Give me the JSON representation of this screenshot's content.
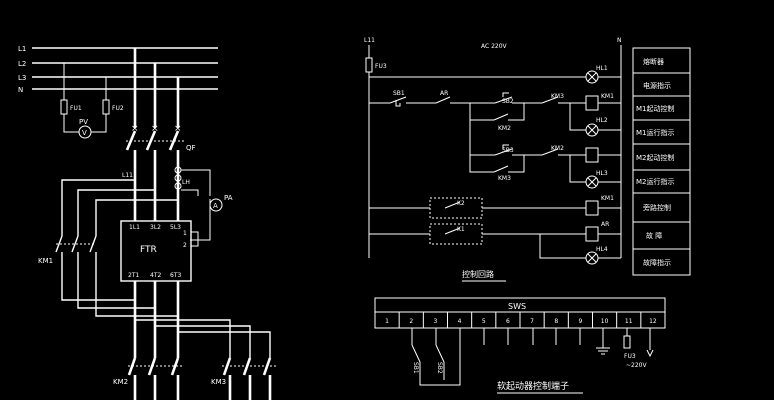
{
  "power": {
    "lines": [
      "L1",
      "L2",
      "L3",
      "N"
    ],
    "fuses": [
      "FU1",
      "FU2"
    ],
    "voltmeter": "PV",
    "voltmeter_symbol": "V",
    "ammeter": "PA",
    "ammeter_symbol": "A",
    "breaker": "QF",
    "transformer": "LH",
    "soft_starter": {
      "name": "FTR",
      "inputs": [
        "1L1",
        "3L2",
        "5L3"
      ],
      "outputs": [
        "2T1",
        "4T2",
        "6T3"
      ],
      "pins": [
        "1",
        "2"
      ]
    },
    "bypass_label": "L11",
    "contactors": [
      "KM1",
      "KM2",
      "KM3"
    ]
  },
  "control": {
    "supply": "AC 220V",
    "left_rail": "L11",
    "right_rail": "N",
    "fuse": "FU3",
    "components": {
      "sb1": "SB1",
      "ar": "AR",
      "sb2": "SB2",
      "km3a": "KM3",
      "km1": "KM1",
      "km2": "KM2",
      "sb3": "SB3",
      "km2b": "KM2",
      "km3b": "KM3",
      "k2": "K2",
      "k1": "K1",
      "km1coil": "KM1",
      "arcoil": "AR",
      "hl1": "HL1",
      "hl2": "HL2",
      "hl3": "HL3",
      "hl4": "HL4"
    },
    "legend": [
      "熔断器",
      "电源指示",
      "M1起动控制",
      "M1运行指示",
      "M2起动控制",
      "M2运行指示",
      "旁路控制",
      "故 障",
      "故障指示"
    ],
    "caption": "控制回路"
  },
  "terminal": {
    "title": "SWS",
    "numbers": [
      "1",
      "2",
      "3",
      "4",
      "5",
      "6",
      "7",
      "8",
      "9",
      "10",
      "11",
      "12"
    ],
    "fuse": "FU3",
    "voltage": "~220V",
    "buttons": [
      "SB1",
      "SB2"
    ],
    "caption": "软起动器控制端子"
  }
}
